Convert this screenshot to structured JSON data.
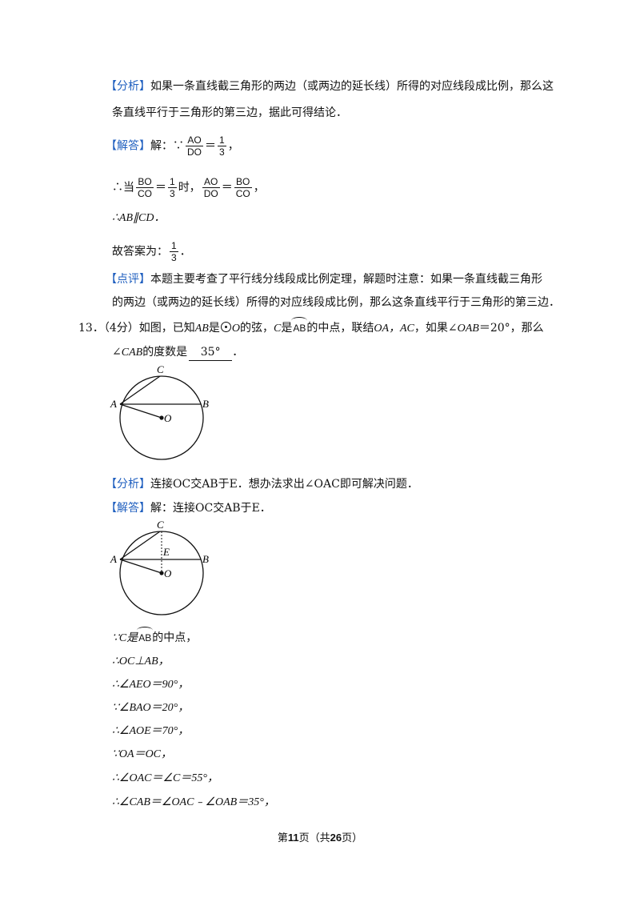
{
  "analysis1": {
    "tag": "【分析】",
    "text1": "如果一条直线截三角形的两边（或两边的延长线）所得的对应线段成比例，那么这",
    "text2": "条直线平行于三角形的第三边，据此可得结论．"
  },
  "answer1": {
    "tag": "【解答】",
    "jie": "解：∵",
    "f1_num": "AO",
    "f1_den": "DO",
    "eq": "＝",
    "f2_num": "1",
    "f2_den": "3",
    "comma": "，",
    "line2_prefix": "∴当",
    "f3_num": "BO",
    "f3_den": "CO",
    "f4_num": "1",
    "f4_den": "3",
    "line2_mid": "时，",
    "f5_num": "AO",
    "f5_den": "DO",
    "f6_num": "BO",
    "f6_den": "CO",
    "line3": "∴AB∥CD．",
    "line4_prefix": "故答案为：",
    "f7_num": "1",
    "f7_den": "3",
    "period": "．"
  },
  "comment1": {
    "tag": "【点评】",
    "text1": "本题主要考查了平行线分线段成比例定理，解题时注意：如果一条直线截三角形",
    "text2": "的两边（或两边的延长线）所得的对应线段成比例，那么这条直线平行于三角形的第三边．"
  },
  "q13": {
    "number": "13．",
    "score": "（4分）",
    "text_a": "如图，已知",
    "ab": "AB",
    "is": "是",
    "o": "O",
    "text_b": "的弦，",
    "c": "C",
    "text_c": "是",
    "arc": "AB",
    "text_d": "的中点，联结",
    "oa_ac": "OA，AC",
    "text_e": "，如果∠",
    "oab": "OAB",
    "text_f": "＝20°，那么",
    "line2_a": "∠",
    "cab": "CAB",
    "line2_b": "的度数是",
    "answer": "35°",
    "line2_c": "．"
  },
  "figure": {
    "label_a": "A",
    "label_b": "B",
    "label_c": "C",
    "label_o": "O",
    "label_e": "E"
  },
  "analysis2": {
    "tag": "【分析】",
    "text": "连接OC交AB于E．想办法求出∠OAC即可解决问题．"
  },
  "answer2": {
    "tag": "【解答】",
    "text": "解：连接OC交AB于E．"
  },
  "steps": [
    "∵C是",
    "的中点，",
    "∴OC⊥AB，",
    "∴∠AEO＝90°，",
    "∵∠BAO＝20°，",
    "∴∠AOE＝70°，",
    "∵OA＝OC，",
    "∴∠OAC＝∠C＝55°，",
    "∴∠CAB＝∠OAC﹣∠OAB＝35°，"
  ],
  "steps_arc": "AB",
  "footer": {
    "prefix": "第",
    "page": "11",
    "mid": "页（共",
    "total": "26",
    "suffix": "页）"
  }
}
